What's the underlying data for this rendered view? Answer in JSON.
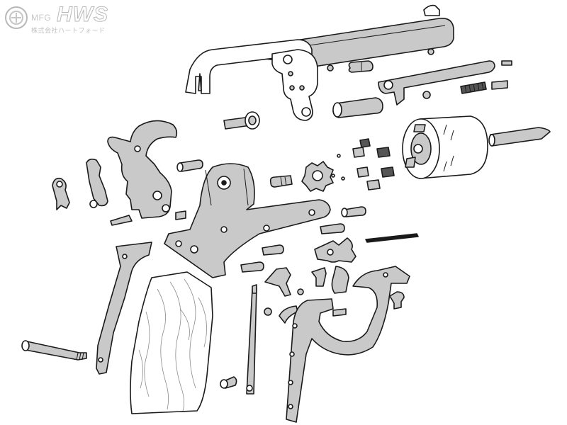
{
  "logo": {
    "mfg": "MFG",
    "brand": "HWS",
    "company": "株式会社ハートフォード"
  }
}
